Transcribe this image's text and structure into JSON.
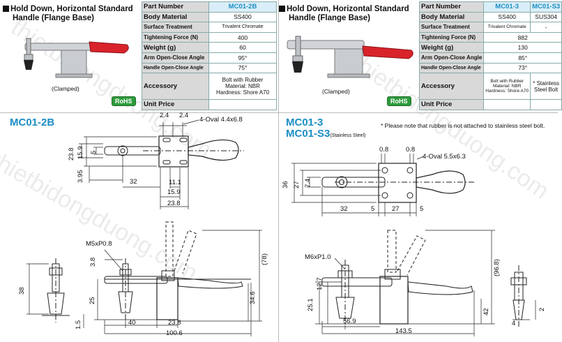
{
  "left": {
    "title_line1": "Hold Down, Horizontal Standard",
    "title_line2": "Handle (Flange Base)",
    "clamped_label": "(Clamped)",
    "rohs": "RoHS",
    "model_label": "MC01-2B",
    "table": {
      "header_label": "Part Number",
      "header_value": "MC01-2B",
      "rows": [
        {
          "label": "Body Material",
          "value": "SS400"
        },
        {
          "label": "Surface Treatment",
          "value": "Trivalent Chromate"
        },
        {
          "label": "Tightening Force (N)",
          "value": "400"
        },
        {
          "label": "Weight (g)",
          "value": "60"
        },
        {
          "label": "Arm Open-Close Angle",
          "value": "95°"
        },
        {
          "label": "Handle Open-Close Angle",
          "value": "75°"
        }
      ],
      "accessory_label": "Accessory",
      "accessory_value_1": "Bolt with Rubber",
      "accessory_value_2": "Material: NBR",
      "accessory_value_3": "Hardness: Shore A70",
      "unit_price_label": "Unit Price"
    },
    "dims": {
      "d1": "2.4",
      "d2": "2.4",
      "oval": "4-Oval 4.4x6.8",
      "h1": "23.8",
      "h2": "15.9",
      "h3": "5",
      "h4": "3.95",
      "w1": "32",
      "w2": "11.1",
      "w3": "15.9",
      "w4": "23.8",
      "thread": "M5xP0.8",
      "s1": "3.8",
      "s2": "25",
      "s3": "38",
      "s4": "1.5",
      "s5": "40",
      "s6": "23.8",
      "s7": "100.6",
      "s8": "(78)",
      "s9": "34.6"
    }
  },
  "right": {
    "title_line1": "Hold Down, Horizontal Standard",
    "title_line2": "Handle (Flange Base)",
    "clamped_label": "(Clamped)",
    "rohs": "RoHS",
    "model_label_1": "MC01-3",
    "model_label_2": "MC01-S3",
    "model_suffix": "(Stainless Steel)",
    "note": "* Please note that rubber is not attached to stainless steel bolt.",
    "table": {
      "header_label": "Part Number",
      "header_value_1": "MC01-3",
      "header_value_2": "MC01-S3",
      "rows": [
        {
          "label": "Body Material",
          "value1": "SS400",
          "value2": "SUS304"
        },
        {
          "label": "Surface Treatment",
          "value1": "Trivalent Chromate",
          "value2": "-"
        },
        {
          "label": "Tightening Force (N)",
          "value": "882"
        },
        {
          "label": "Weight (g)",
          "value": "130"
        },
        {
          "label": "Arm Open-Close Angle",
          "value": "85°"
        },
        {
          "label": "Handle Open-Close Angle",
          "value": "73°"
        }
      ],
      "accessory_label": "Accessory",
      "accessory_value1_1": "Bolt with Rubber",
      "accessory_value1_2": "Material: NBR",
      "accessory_value1_3": "Hardness: Shore A70",
      "accessory_value2_1": "* Stainless",
      "accessory_value2_2": "Steel Bolt",
      "unit_price_label": "Unit Price"
    },
    "dims": {
      "d1": "0.8",
      "d2": "0.8",
      "oval": "4-Oval 5.5x6.3",
      "h1": "36",
      "h2": "27",
      "h3": "7.4",
      "w1": "32",
      "w2": "5",
      "w3": "27",
      "w4": "5",
      "thread": "M6xP1.0",
      "s1": "25.1",
      "s2": "12.7",
      "s3": "56.9",
      "s4": "143.5",
      "s5": "(96.8)",
      "s6": "42",
      "s7": "2",
      "s8": "4"
    }
  },
  "watermark": "thietbidongduong.com"
}
